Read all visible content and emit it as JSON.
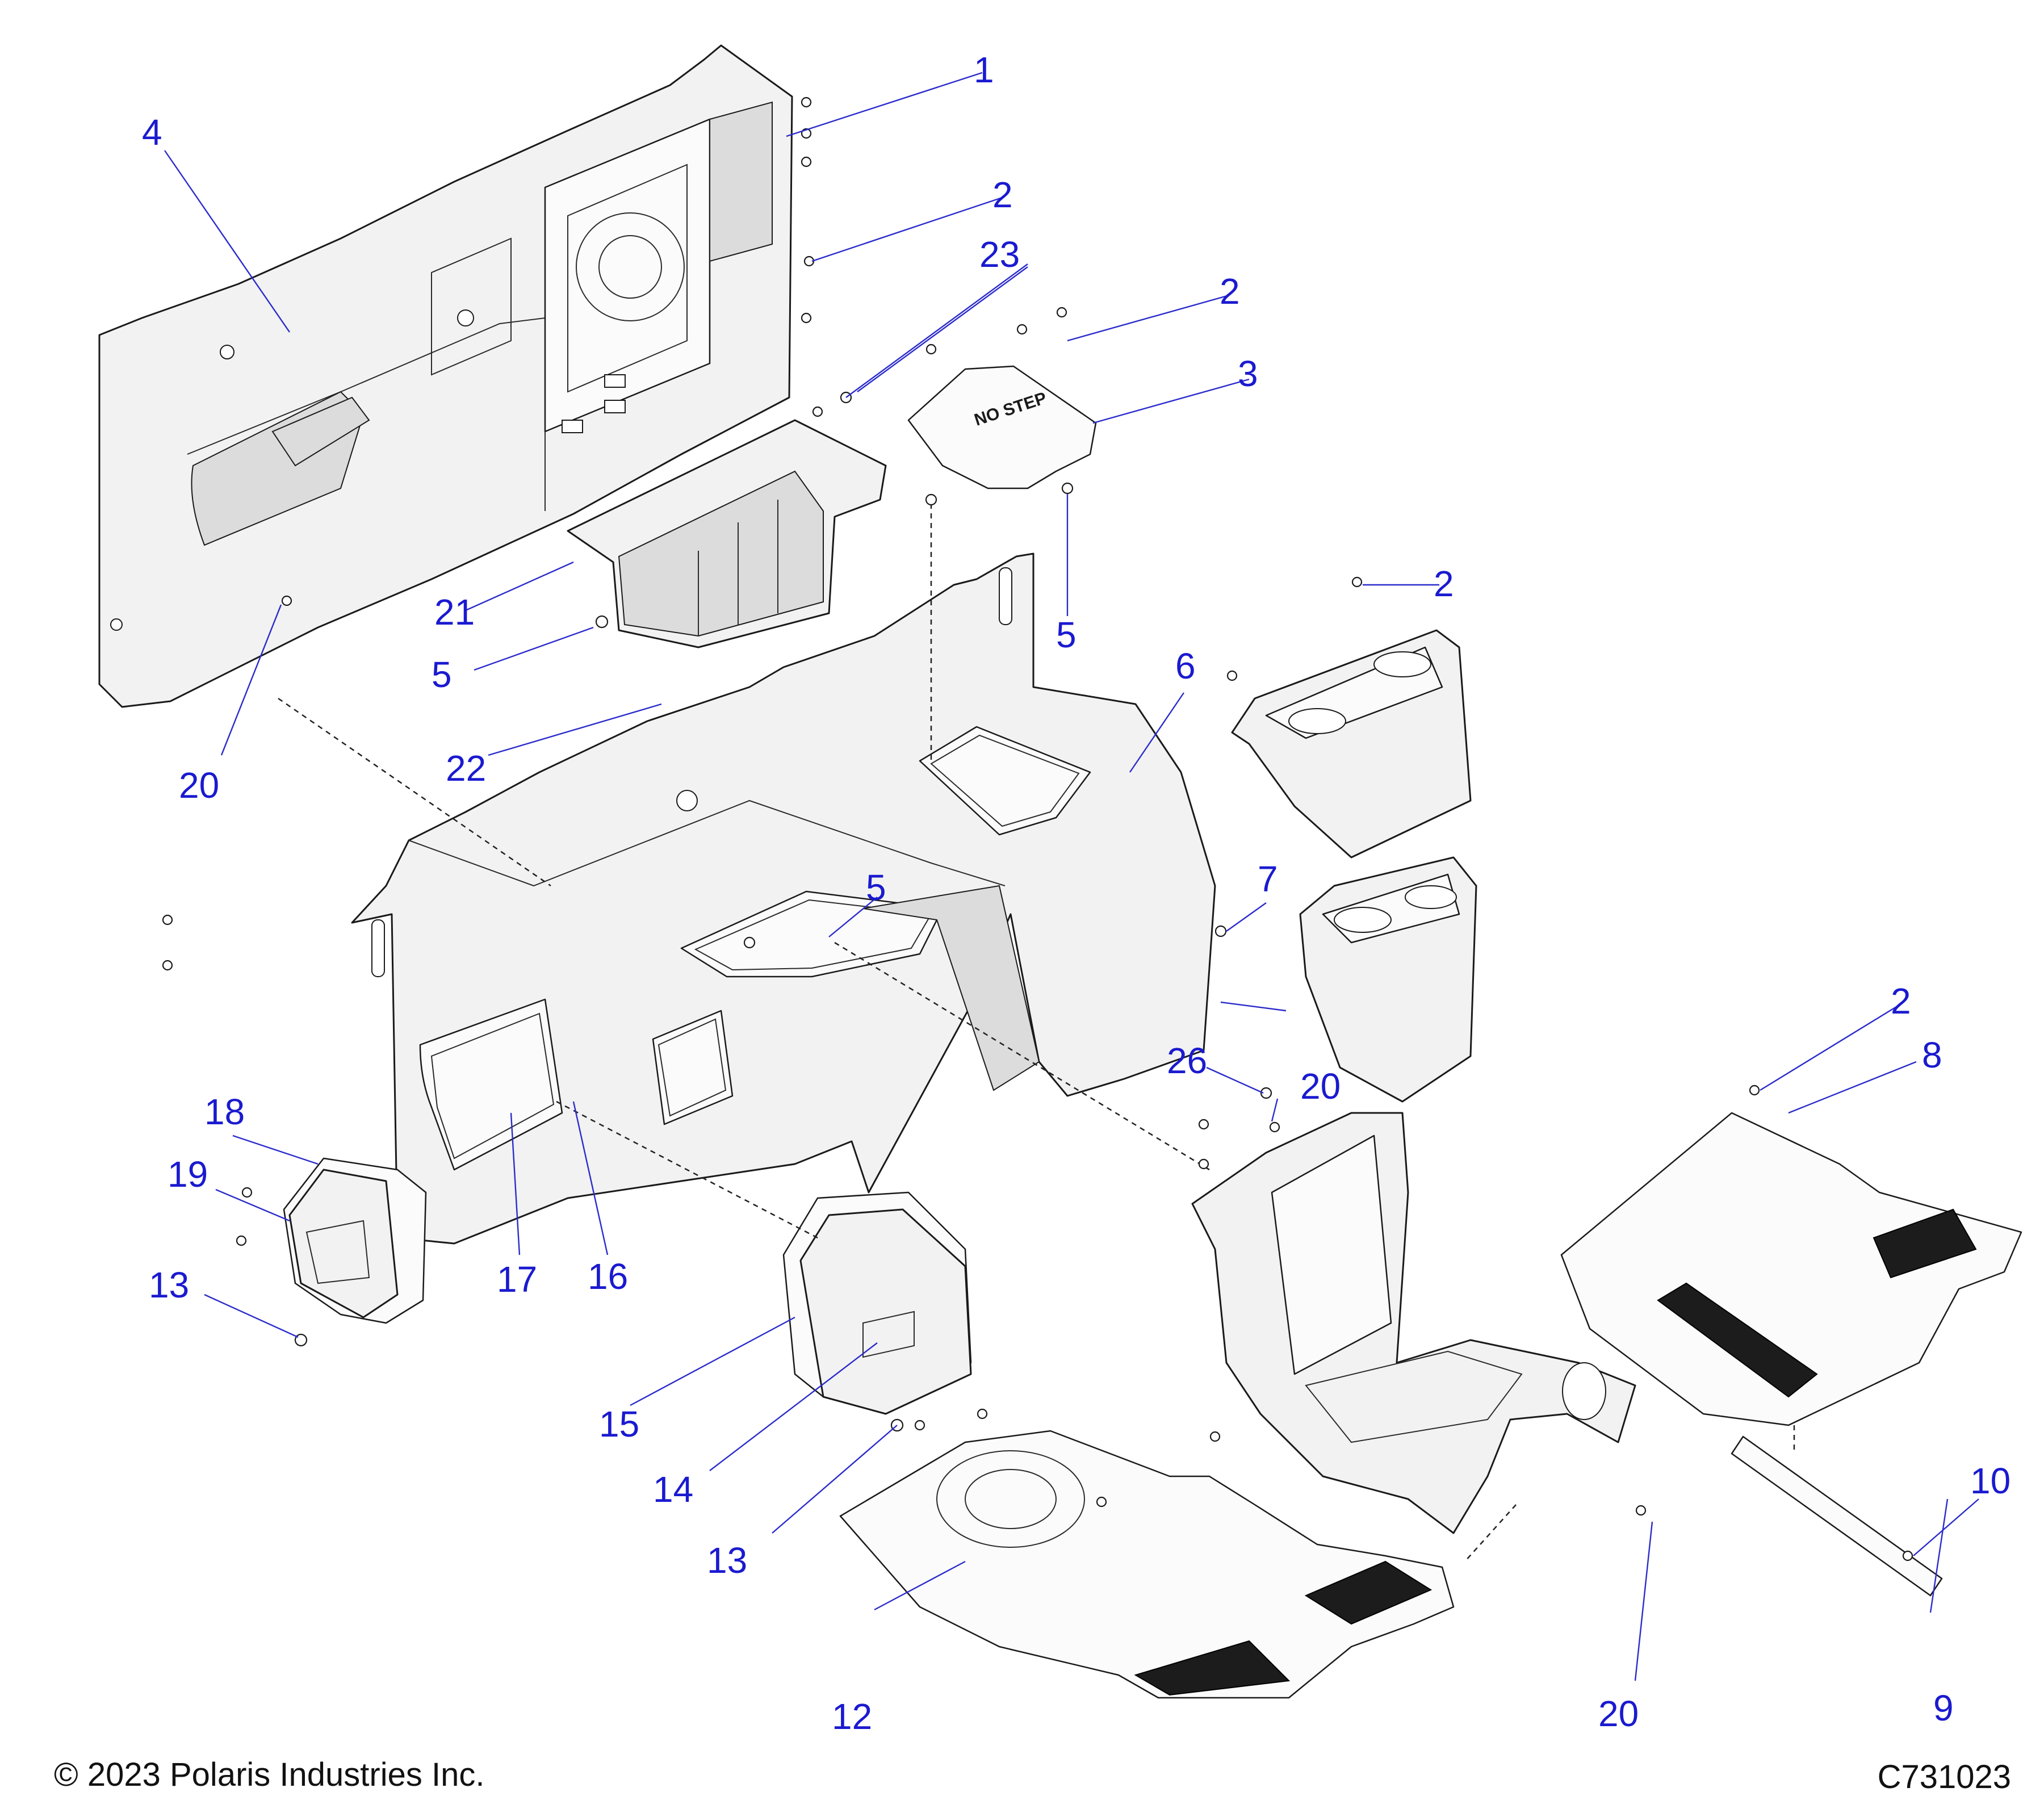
{
  "diagram": {
    "stamp_text": "NO STEP",
    "callouts": [
      {
        "id": "c1",
        "label": "1"
      },
      {
        "id": "c2a",
        "label": "2"
      },
      {
        "id": "c2b",
        "label": "2"
      },
      {
        "id": "c2c",
        "label": "2"
      },
      {
        "id": "c2d",
        "label": "2"
      },
      {
        "id": "c3",
        "label": "3"
      },
      {
        "id": "c4",
        "label": "4"
      },
      {
        "id": "c5a",
        "label": "5"
      },
      {
        "id": "c5b",
        "label": "5"
      },
      {
        "id": "c5c",
        "label": "5"
      },
      {
        "id": "c6",
        "label": "6"
      },
      {
        "id": "c7",
        "label": "7"
      },
      {
        "id": "c8",
        "label": "8"
      },
      {
        "id": "c9",
        "label": "9"
      },
      {
        "id": "c10",
        "label": "10"
      },
      {
        "id": "c12",
        "label": "12"
      },
      {
        "id": "c13a",
        "label": "13"
      },
      {
        "id": "c13b",
        "label": "13"
      },
      {
        "id": "c14",
        "label": "14"
      },
      {
        "id": "c15",
        "label": "15"
      },
      {
        "id": "c16",
        "label": "16"
      },
      {
        "id": "c17",
        "label": "17"
      },
      {
        "id": "c18",
        "label": "18"
      },
      {
        "id": "c19",
        "label": "19"
      },
      {
        "id": "c20a",
        "label": "20"
      },
      {
        "id": "c20b",
        "label": "20"
      },
      {
        "id": "c20c",
        "label": "20"
      },
      {
        "id": "c21",
        "label": "21"
      },
      {
        "id": "c22",
        "label": "22"
      },
      {
        "id": "c23",
        "label": "23"
      },
      {
        "id": "c26",
        "label": "26"
      }
    ]
  },
  "footer": {
    "copyright": "© 2023 Polaris Industries Inc.",
    "figure_code": "C731023"
  }
}
